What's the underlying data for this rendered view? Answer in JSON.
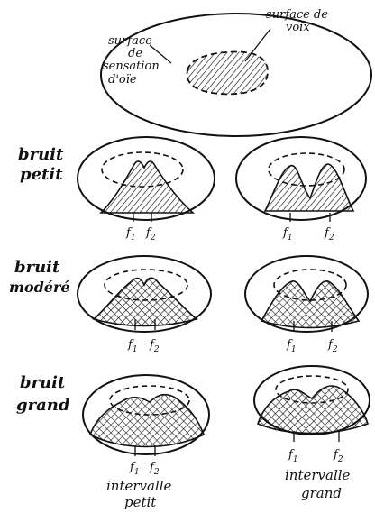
{
  "top": {
    "label_surface_oie_line1": "surface",
    "label_surface_oie_line2": "de",
    "label_surface_oie_line3": "sensation",
    "label_surface_oie_line4": "d'oïe",
    "label_surface_voix_line1": "surface de",
    "label_surface_voix_line2": "voix"
  },
  "rows": [
    {
      "label_line1": "bruit",
      "label_line2": "petit"
    },
    {
      "label_line1": "bruit",
      "label_line2": "modéré"
    },
    {
      "label_line1": "bruit",
      "label_line2": "grand"
    }
  ],
  "frequencies": {
    "f1": "f",
    "f1_sub": "1",
    "f2": "f",
    "f2_sub": "2"
  },
  "bottom": {
    "left_line1": "intervalle",
    "left_line2": "petit",
    "right_line1": "intervalle",
    "right_line2": "grand"
  }
}
